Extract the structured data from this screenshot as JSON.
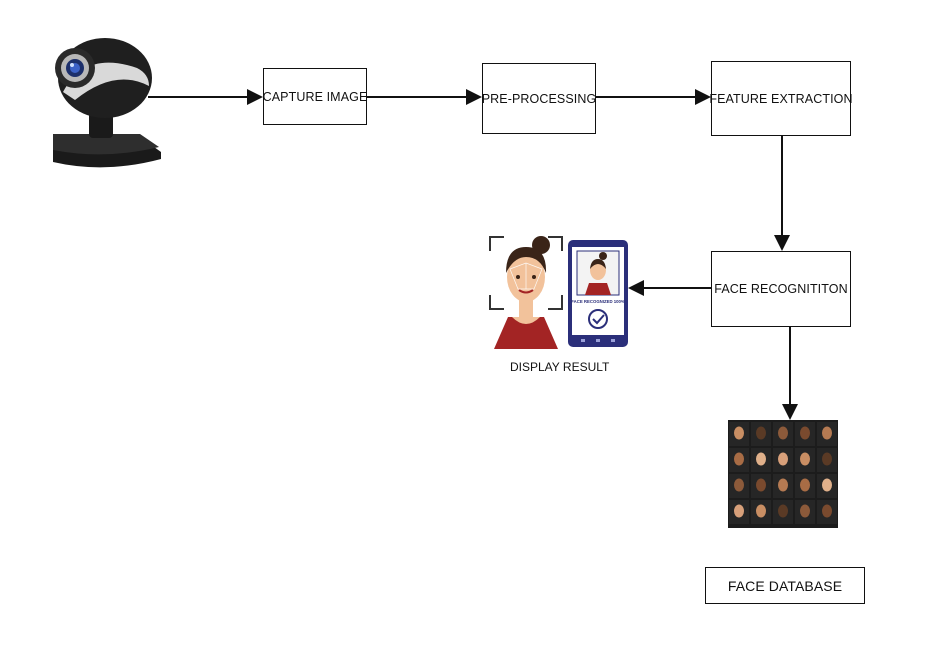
{
  "nodes": {
    "capture": "CAPTURE IMAGE",
    "preprocessing": "PRE-PROCESSING",
    "feature": "FEATURE EXTRACTION",
    "recognition": "FACE RECOGNITITON",
    "database": "FACE DATABASE"
  },
  "display": {
    "label": "DISPLAY RESULT",
    "phone_text": "FACE RECOGNIZED 100%"
  },
  "icons": {
    "webcam": "webcam-icon",
    "face_scan": "face-scan-illustration",
    "phone": "phone-illustration",
    "database_grid": "face-grid-thumbnail"
  },
  "colors": {
    "line": "#111111",
    "phone_body": "#2b2f7a",
    "dress": "#a32424",
    "skin": "#f2c29b",
    "hair": "#3a2418",
    "db_bg": "#1c1c1c"
  }
}
